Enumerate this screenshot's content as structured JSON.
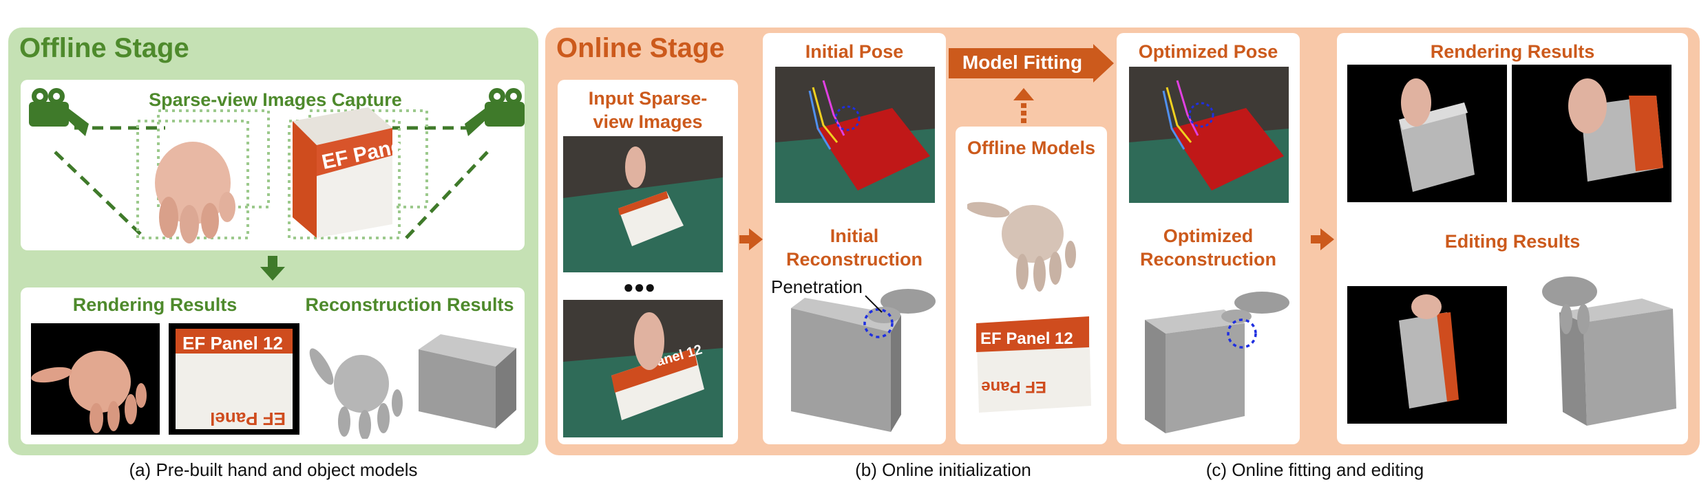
{
  "offline": {
    "stage_title": "Offline Stage",
    "capture_label": "Sparse-view Images Capture",
    "rendering_label": "Rendering Results",
    "reconstruction_label": "Reconstruction Results",
    "box_text": "EF Panel",
    "box_text_2": "EF Panel 12",
    "box_text_3": "EF Panel",
    "caption": "(a) Pre-built hand and object models"
  },
  "online": {
    "stage_title": "Online Stage",
    "input_label": "Input Sparse-view Images",
    "ellipsis": "●●●",
    "initial_pose_label": "Initial Pose",
    "initial_recon_label": "Initial Reconstruction",
    "penetration_label": "Penetration",
    "model_fitting_label": "Model Fitting",
    "offline_models_label": "Offline Models",
    "offline_box_text": "EF Panel 12",
    "offline_box_text_2": "EF Pane",
    "optimized_pose_label": "Optimized Pose",
    "optimized_recon_label": "Optimized Reconstruction",
    "rendering_label": "Rendering Results",
    "editing_label": "Editing Results",
    "input_box_text": "Panel 12",
    "caption_b": "(b) Online initialization",
    "caption_c": "(c) Online fitting and editing"
  },
  "colors": {
    "green_bg": "#c5e1b4",
    "green_text": "#4e8a2c",
    "orange_bg": "#f8c8a8",
    "orange_text": "#cc5a1c",
    "penetration_circle": "#1f2fe0"
  },
  "icons": [
    "camera-icon",
    "arrow-down-icon",
    "arrow-right-icon",
    "dotted-arrow-up-icon"
  ]
}
